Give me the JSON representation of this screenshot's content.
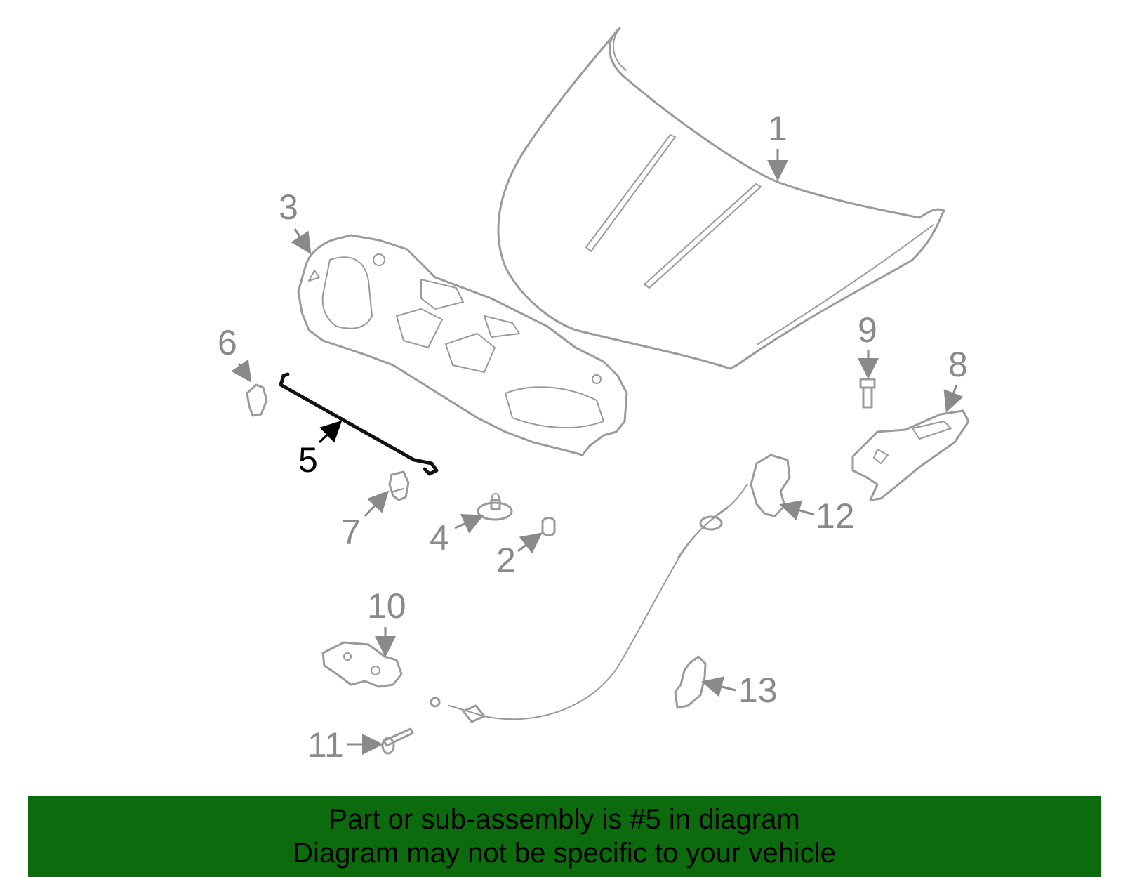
{
  "diagram": {
    "callouts": [
      "1",
      "2",
      "3",
      "4",
      "5",
      "6",
      "7",
      "8",
      "9",
      "10",
      "11",
      "12",
      "13"
    ],
    "highlighted": "5",
    "highlight_color": "#000000",
    "part_color": "#9a9a9a"
  },
  "banner": {
    "line1": "Part or sub-assembly is #5 in diagram",
    "line2": "Diagram may not be specific to your vehicle",
    "background": "#0c6b0c"
  }
}
